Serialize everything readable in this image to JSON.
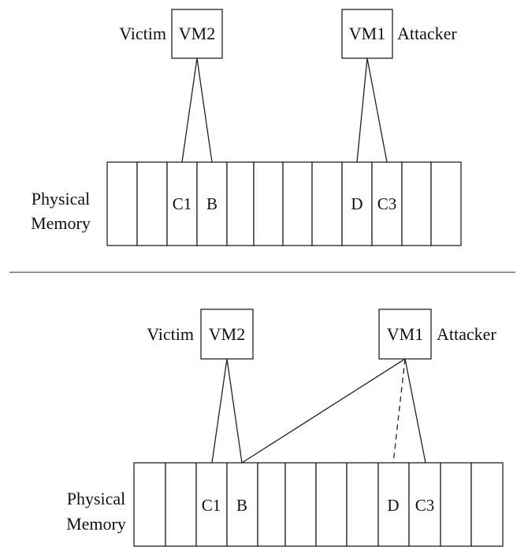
{
  "panels": [
    {
      "victim_label": "Victim",
      "victim_vm": "VM2",
      "attacker_vm": "VM1",
      "attacker_label": "Attacker",
      "memory_label_line1": "Physical",
      "memory_label_line2": "Memory",
      "cells": [
        "",
        "",
        "C1",
        "B",
        "",
        "",
        "",
        "",
        "D",
        "C3",
        "",
        ""
      ]
    },
    {
      "victim_label": "Victim",
      "victim_vm": "VM2",
      "attacker_vm": "VM1",
      "attacker_label": "Attacker",
      "memory_label_line1": "Physical",
      "memory_label_line2": "Memory",
      "cells": [
        "",
        "",
        "C1",
        "B",
        "",
        "",
        "",
        "",
        "D",
        "C3",
        "",
        ""
      ]
    }
  ]
}
